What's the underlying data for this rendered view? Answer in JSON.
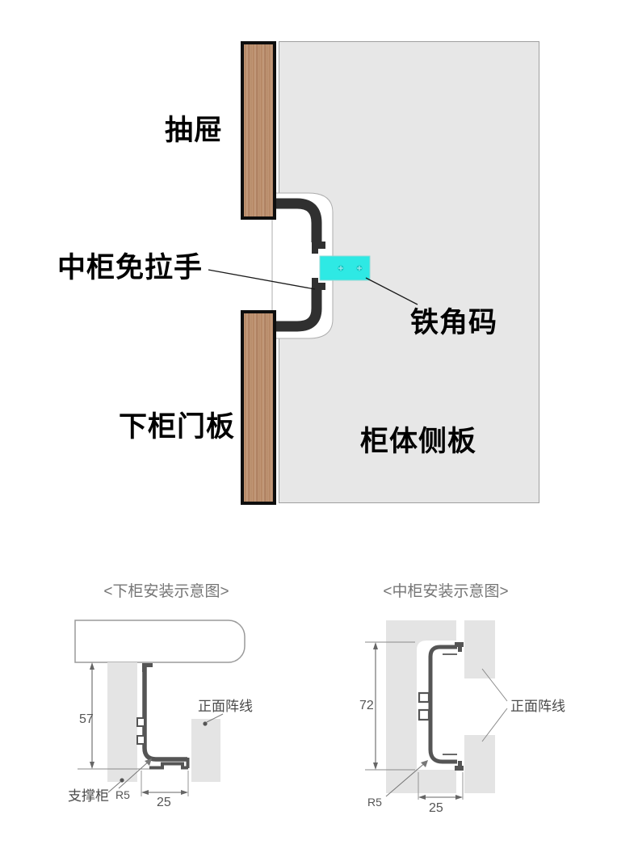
{
  "main_diagram": {
    "labels": {
      "drawer": "抽屉",
      "mid_cabinet_handle": "中柜免拉手",
      "iron_bracket": "铁角码",
      "lower_door": "下柜门板",
      "cabinet_side_panel": "柜体侧板"
    },
    "colors": {
      "bracket_cyan": "#2ee9e4",
      "panel_gray": "#e7e7e7",
      "wood_brown": "#b5886a",
      "profile_dark": "#303030"
    }
  },
  "lower_cabinet_diagram": {
    "title": "<下柜安装示意图>",
    "dim_height": "57",
    "dim_width": "25",
    "radius_label": "R5",
    "support_cabinet_label": "支撑柜",
    "front_line_label": "正面阵线"
  },
  "middle_cabinet_diagram": {
    "title": "<中柜安装示意图>",
    "dim_height": "72",
    "dim_width": "25",
    "radius_label": "R5",
    "front_line_label": "正面阵线"
  }
}
